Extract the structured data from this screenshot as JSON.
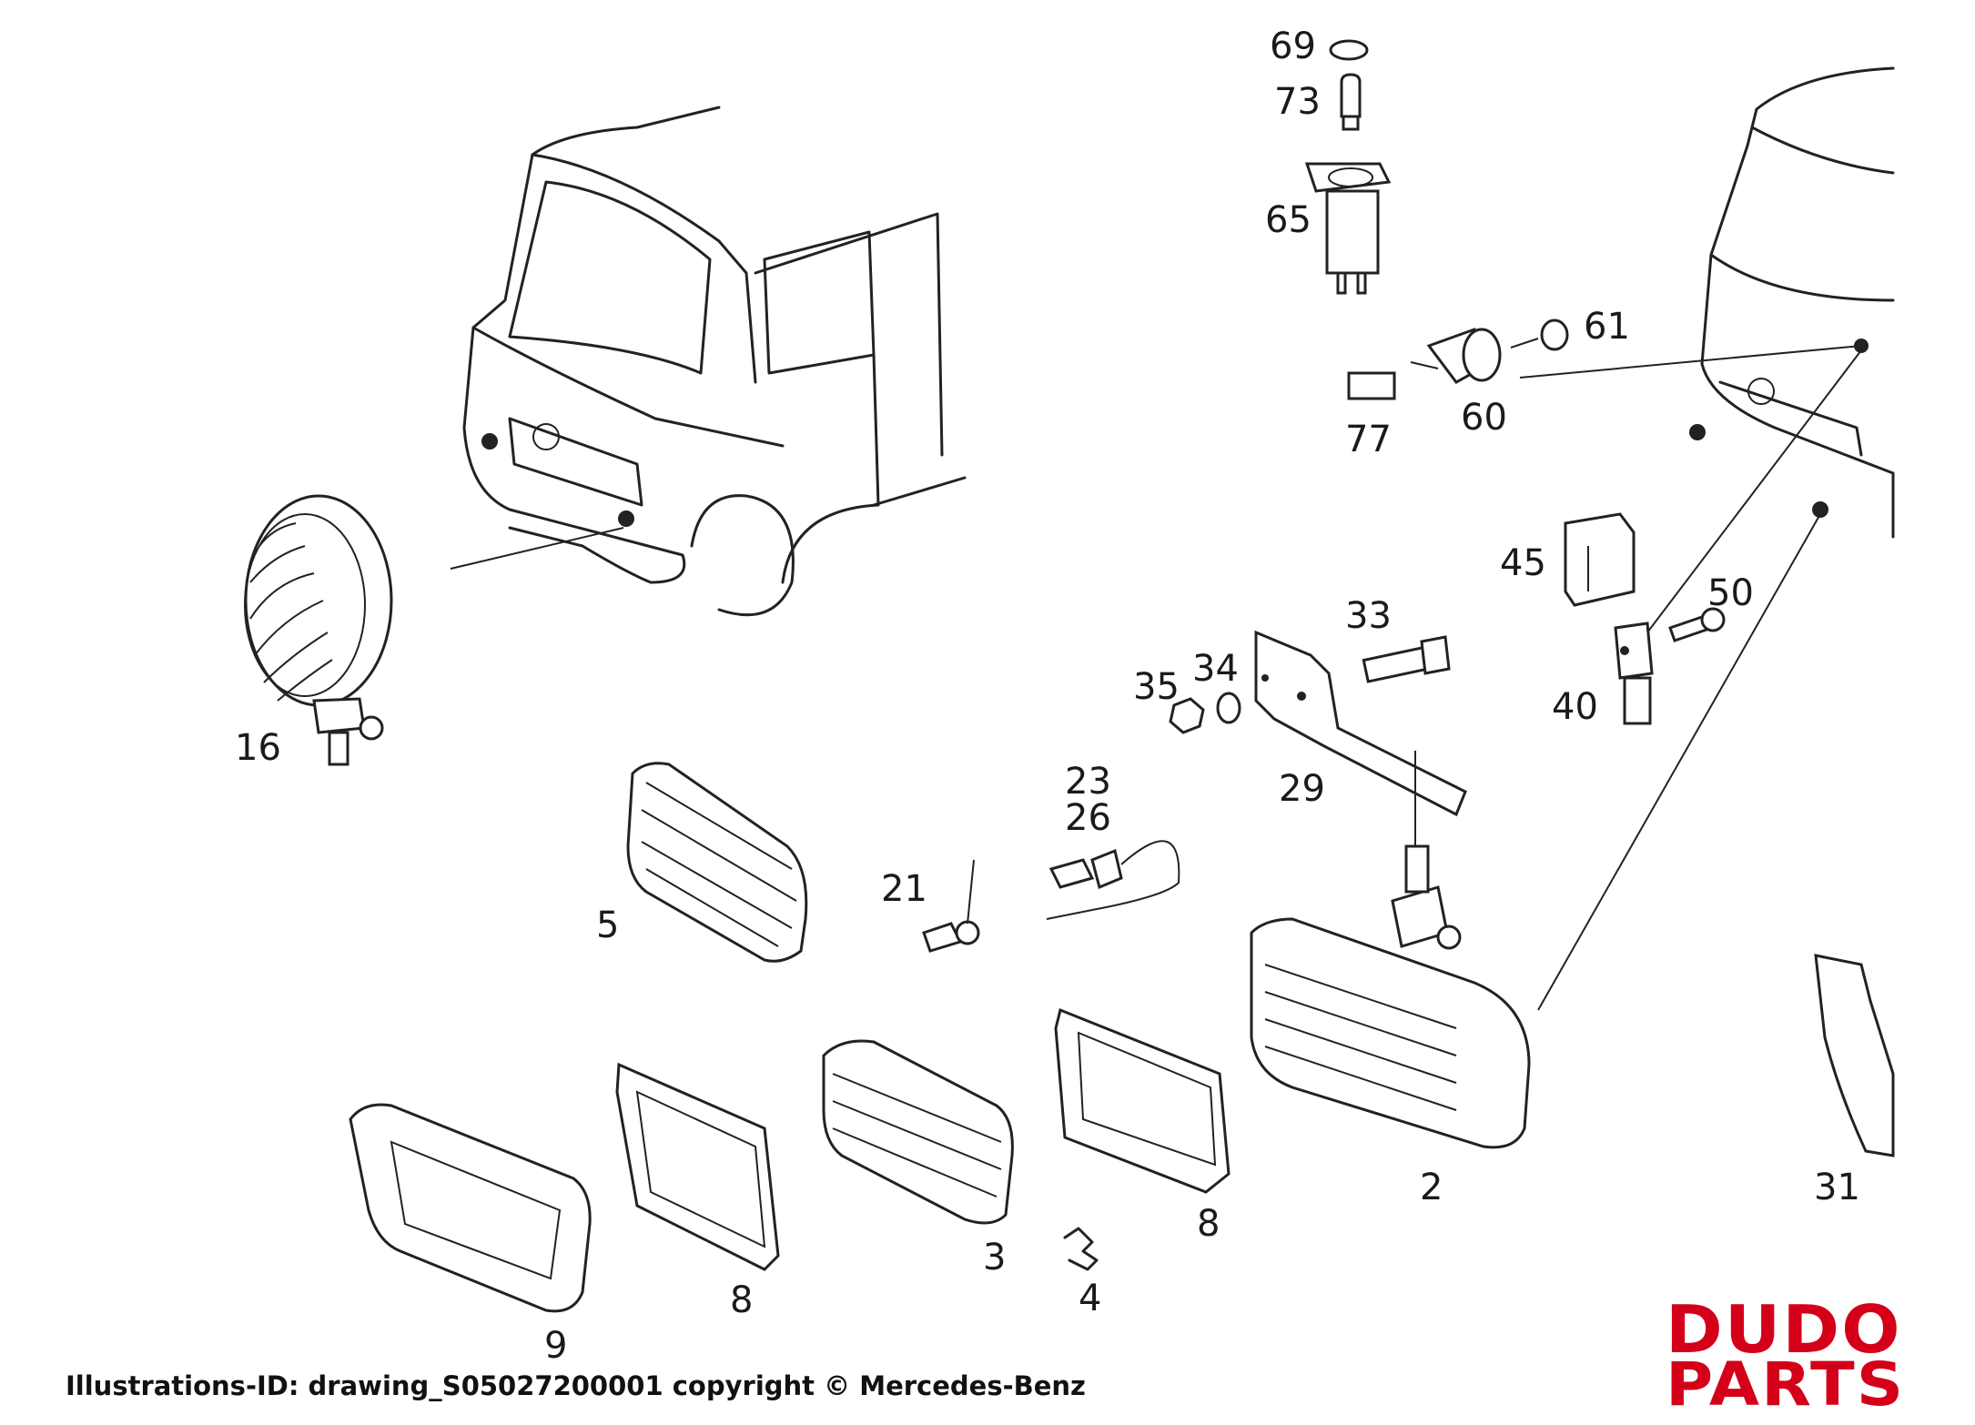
{
  "parts": [
    {
      "id": "p69",
      "label": "69"
    },
    {
      "id": "p73",
      "label": "73"
    },
    {
      "id": "p65",
      "label": "65"
    },
    {
      "id": "p61",
      "label": "61"
    },
    {
      "id": "p60",
      "label": "60"
    },
    {
      "id": "p77",
      "label": "77"
    },
    {
      "id": "p45",
      "label": "45"
    },
    {
      "id": "p50",
      "label": "50"
    },
    {
      "id": "p40",
      "label": "40"
    },
    {
      "id": "p33",
      "label": "33"
    },
    {
      "id": "p34",
      "label": "34"
    },
    {
      "id": "p35",
      "label": "35"
    },
    {
      "id": "p29",
      "label": "29"
    },
    {
      "id": "p23",
      "label": "23"
    },
    {
      "id": "p26",
      "label": "26"
    },
    {
      "id": "p21",
      "label": "21"
    },
    {
      "id": "p16",
      "label": "16"
    },
    {
      "id": "p5",
      "label": "5"
    },
    {
      "id": "p2",
      "label": "2"
    },
    {
      "id": "p31",
      "label": "31"
    },
    {
      "id": "p9",
      "label": "9"
    },
    {
      "id": "p8a",
      "label": "8"
    },
    {
      "id": "p3",
      "label": "3"
    },
    {
      "id": "p4",
      "label": "4"
    },
    {
      "id": "p8b",
      "label": "8"
    }
  ],
  "footer": {
    "illustration_id": "Illustrations-ID: drawing_S05027200001  copyright © Mercedes-Benz"
  },
  "logo": {
    "line1": "DUDO",
    "line2": "PARTS",
    "color": "#d4001a"
  }
}
